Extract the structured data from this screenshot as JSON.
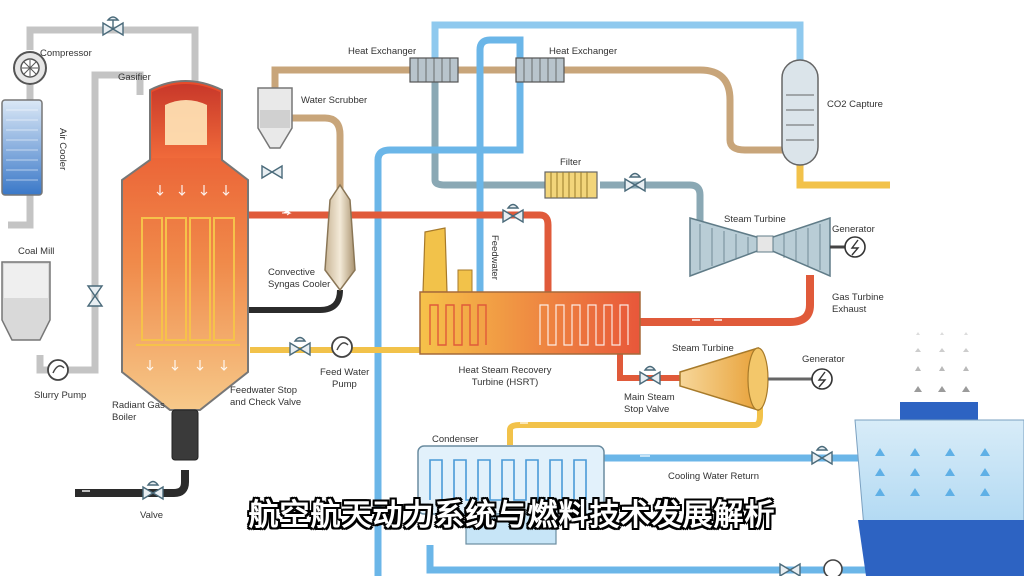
{
  "labels": {
    "compressor": "Compressor",
    "gasifier": "Gasifier",
    "air_cooler": "Air Cooler",
    "coal_mill": "Coal Mill",
    "slurry_pump": "Slurry Pump",
    "radiant_gas_boiler_1": "Radiant Gas",
    "radiant_gas_boiler_2": "Boiler",
    "valve": "Valve",
    "heat_exchanger_1": "Heat Exchanger",
    "heat_exchanger_2": "Heat Exchanger",
    "water_scrubber": "Water Scrubber",
    "co2_capture": "CO2 Capture",
    "filter": "Filter",
    "steam_turbine_top": "Steam Turbine",
    "generator_top": "Generator",
    "feedwater": "Feedwater",
    "convective_cooler_1": "Convective",
    "convective_cooler_2": "Syngas Cooler",
    "gas_turbine_exhaust_1": "Gas Turbine",
    "gas_turbine_exhaust_2": "Exhaust",
    "feedwater_stop_1": "Feedwater Stop",
    "feedwater_stop_2": "and Check Valve",
    "feed_water_pump_1": "Feed Water",
    "feed_water_pump_2": "Pump",
    "hsrt_1": "Heat Steam Recovery",
    "hsrt_2": "Turbine (HSRT)",
    "steam_turbine_bottom": "Steam Turbine",
    "generator_bottom": "Generator",
    "main_steam_1": "Main Steam",
    "main_steam_2": "Stop Valve",
    "condenser": "Condenser",
    "cooling_water_return": "Cooling Water Return"
  },
  "subtitle": "航空航天动力系统与燃料技术发展解析",
  "colors": {
    "hot_pipe": "#e05a3a",
    "syngas_pipe": "#c8a57a",
    "water_pipe": "#6bb6e8",
    "steam_pipe": "#8aa8b4",
    "feed_pipe": "#f2c24a",
    "grey_pipe": "#c4c4c4",
    "dark_pipe": "#2b2b2b"
  }
}
